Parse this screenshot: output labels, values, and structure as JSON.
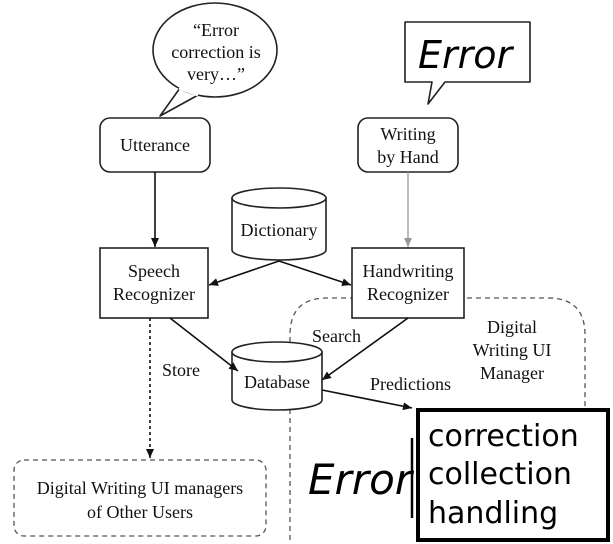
{
  "bubbles": {
    "speech": [
      "“Error",
      "correction is",
      "very…”"
    ],
    "handwritten": "Error"
  },
  "nodes": {
    "utterance": "Utterance",
    "writing_by_hand": [
      "Writing",
      "by Hand"
    ],
    "dictionary": "Dictionary",
    "speech_recognizer": [
      "Speech",
      "Recognizer"
    ],
    "handwriting_recognizer": [
      "Handwriting",
      "Recognizer"
    ],
    "database": "Database",
    "other_users": [
      "Digital Writing UI managers",
      "of Other Users"
    ]
  },
  "labels": {
    "search": "Search",
    "store": "Store",
    "predictions": "Predictions",
    "ui_manager": [
      "Digital",
      "Writing UI",
      "Manager"
    ]
  },
  "handwritten_input": "Error",
  "predictions_list": [
    "correction",
    "collection",
    "handling"
  ]
}
